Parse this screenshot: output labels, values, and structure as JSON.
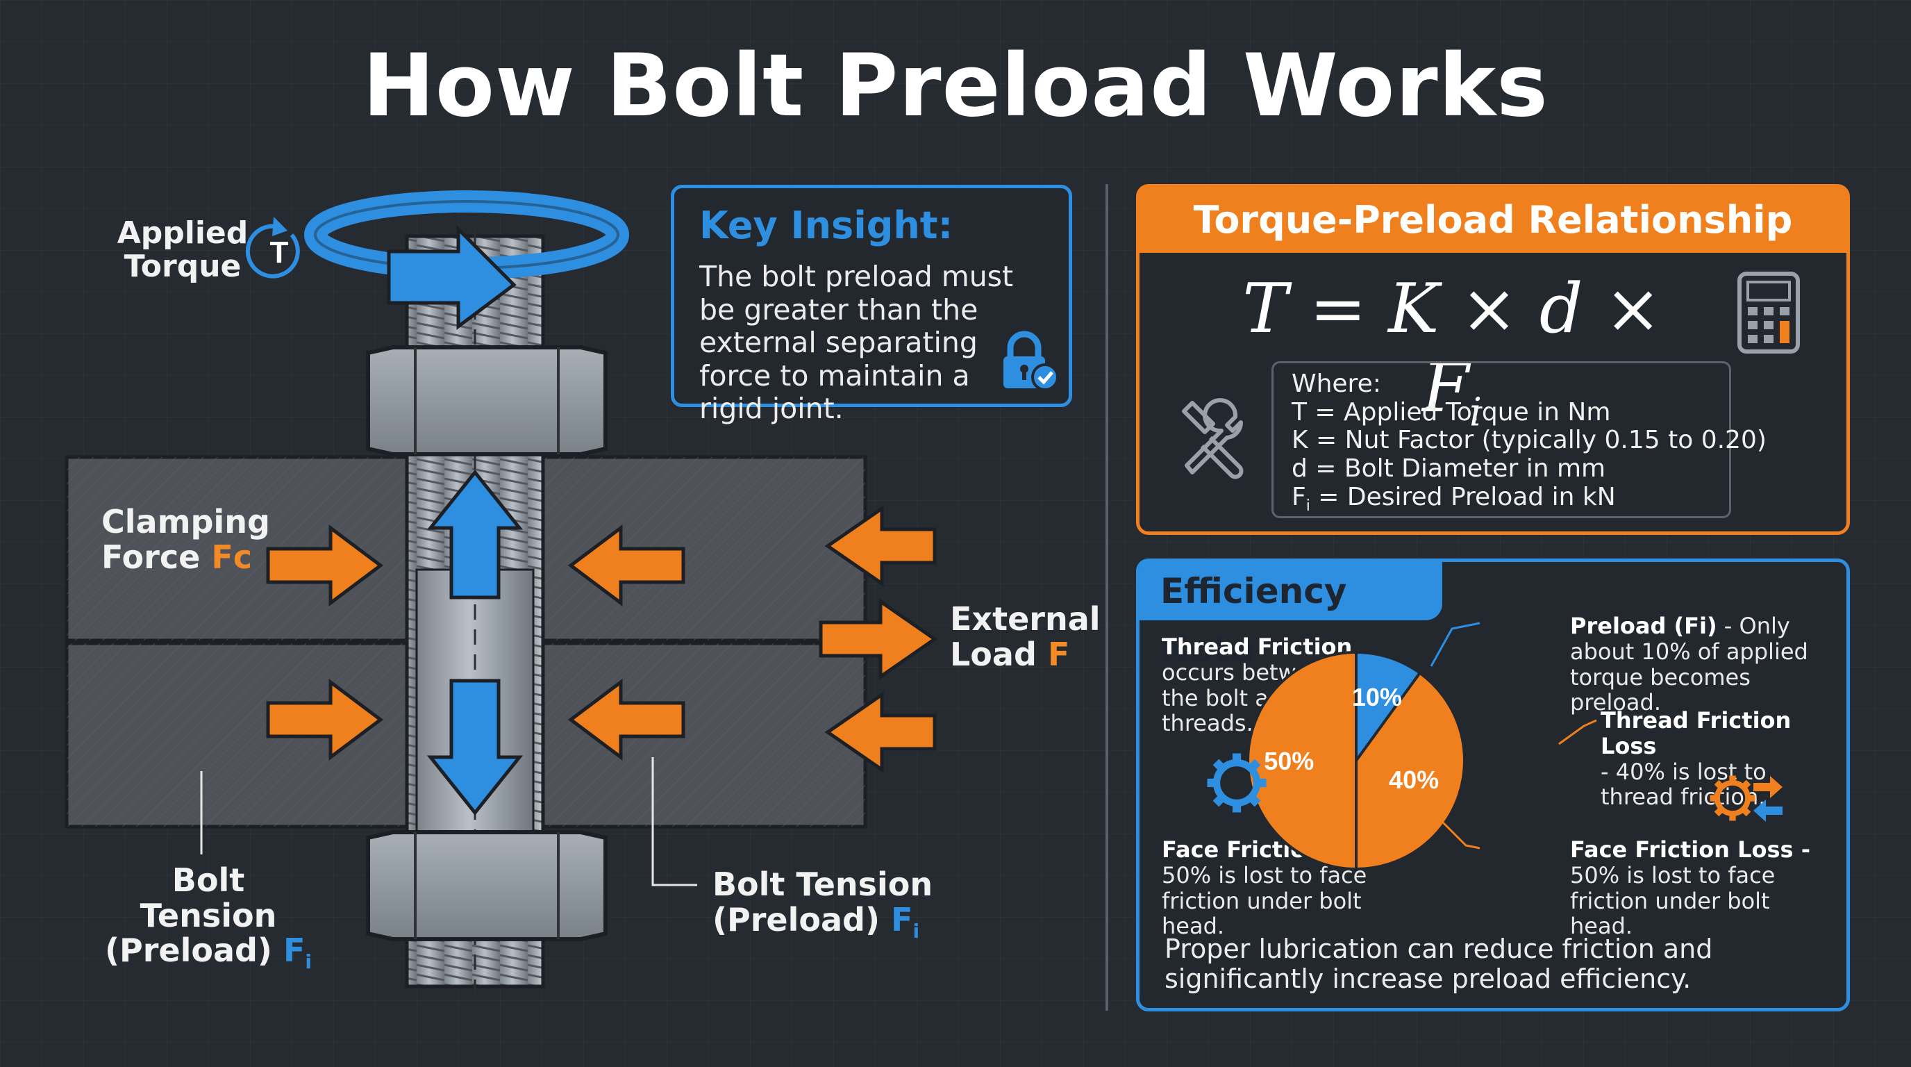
{
  "title": "How Bolt Preload Works",
  "diagram": {
    "applied_torque": "Applied Torque",
    "torque_symbol": "T",
    "clamping_force": "Clamping",
    "clamping_force_line2": "Force",
    "clamping_symbol": "Fc",
    "external_load": "External",
    "external_load_line2": "Load",
    "external_symbol": "F",
    "bolt_tension_left": "Bolt Tension",
    "preload_left": "(Preload)",
    "bolt_tension_right": "Bolt Tension",
    "preload_right": "(Preload)",
    "preload_symbol": "F",
    "preload_subscript": "i",
    "colors": {
      "orange": "#f28a26",
      "blue": "#2e8fe0",
      "steel": "#9aa1aa",
      "plate": "#4f5359"
    },
    "icons": [
      "rotation-arrow-icon",
      "lock-check-icon",
      "force-arrow-icon"
    ]
  },
  "key_insight": {
    "title": "Key Insight:",
    "body": "The bolt preload must be greater than the external separating force to maintain a rigid joint."
  },
  "torque_relationship": {
    "title": "Torque-Preload Relationship",
    "formula": "T = K × d × F",
    "formula_subscript": "i",
    "where_title": "Where:",
    "definitions": [
      "T = Applied Torque in Nm",
      "K = Nut Factor (typically 0.15 to 0.20)",
      "d = Bolt Diameter in mm"
    ],
    "preload_def_symbol": "F",
    "preload_def_subscript": "i",
    "preload_def_text": " = Desired Preload in kN",
    "icons": [
      "calculator-icon",
      "tools-icon"
    ]
  },
  "efficiency": {
    "title": "Efficiency Note",
    "thread_friction_heading": "Thread Friction",
    "thread_friction_body": "occurs between the bolt and nut threads.",
    "preload_heading": "Preload (Fi)",
    "preload_body": " - Only about 10% of applied torque becomes preload.",
    "thread_loss_heading": "Thread Friction Loss",
    "thread_loss_body": "- 40% is lost to thread friction.",
    "face_loss_left_heading": "Face Friction Loss -",
    "face_loss_left_body": "50% is lost to face friction under bolt head.",
    "face_loss_right_heading": "Face Friction Loss -",
    "face_loss_right_body": "50% is lost to face friction under bolt head.",
    "footer": "Proper lubrication can reduce friction and significantly increase preload efficiency.",
    "chart_data": {
      "type": "pie",
      "categories": [
        "Preload",
        "Thread Friction Loss",
        "Face Friction Loss"
      ],
      "values": [
        10,
        40,
        50
      ],
      "labels": [
        "10%",
        "40%",
        "50%"
      ],
      "colors": [
        "#2e8fe0",
        "#f07f1e",
        "#f07f1e"
      ]
    }
  }
}
